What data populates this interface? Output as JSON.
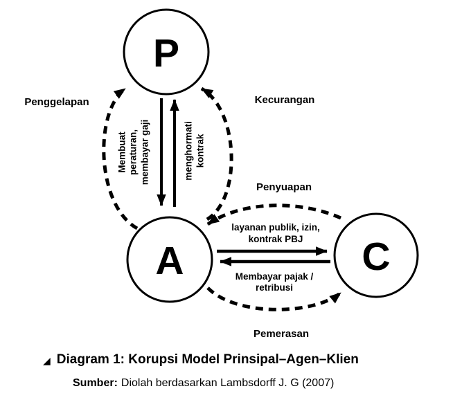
{
  "colors": {
    "ink": "#000000",
    "background": "#ffffff"
  },
  "nodes": {
    "principal": "P",
    "agent": "A",
    "client": "C"
  },
  "edge_labels": {
    "penggelapan": "Penggelapan",
    "kecurangan": "Kecurangan",
    "penyuapan": "Penyuapan",
    "pemerasan": "Pemerasan",
    "p_to_a": {
      "line1": "Membuat",
      "line2": "peraturan,",
      "line3": "membayar gaji"
    },
    "a_to_p": {
      "line1": "menghormati",
      "line2": "kontrak"
    },
    "a_to_c": {
      "line1": "layanan publik, izin,",
      "line2": "kontrak PBJ"
    },
    "c_to_a": {
      "line1": "Membayar pajak /",
      "line2": "retribusi"
    }
  },
  "caption": {
    "marker": "◢",
    "title": "Diagram 1: Korupsi Model Prinsipal–Agen–Klien",
    "source_label": "Sumber:",
    "source_text": "Diolah berdasarkan Lambsdorff J. G (2007)"
  }
}
